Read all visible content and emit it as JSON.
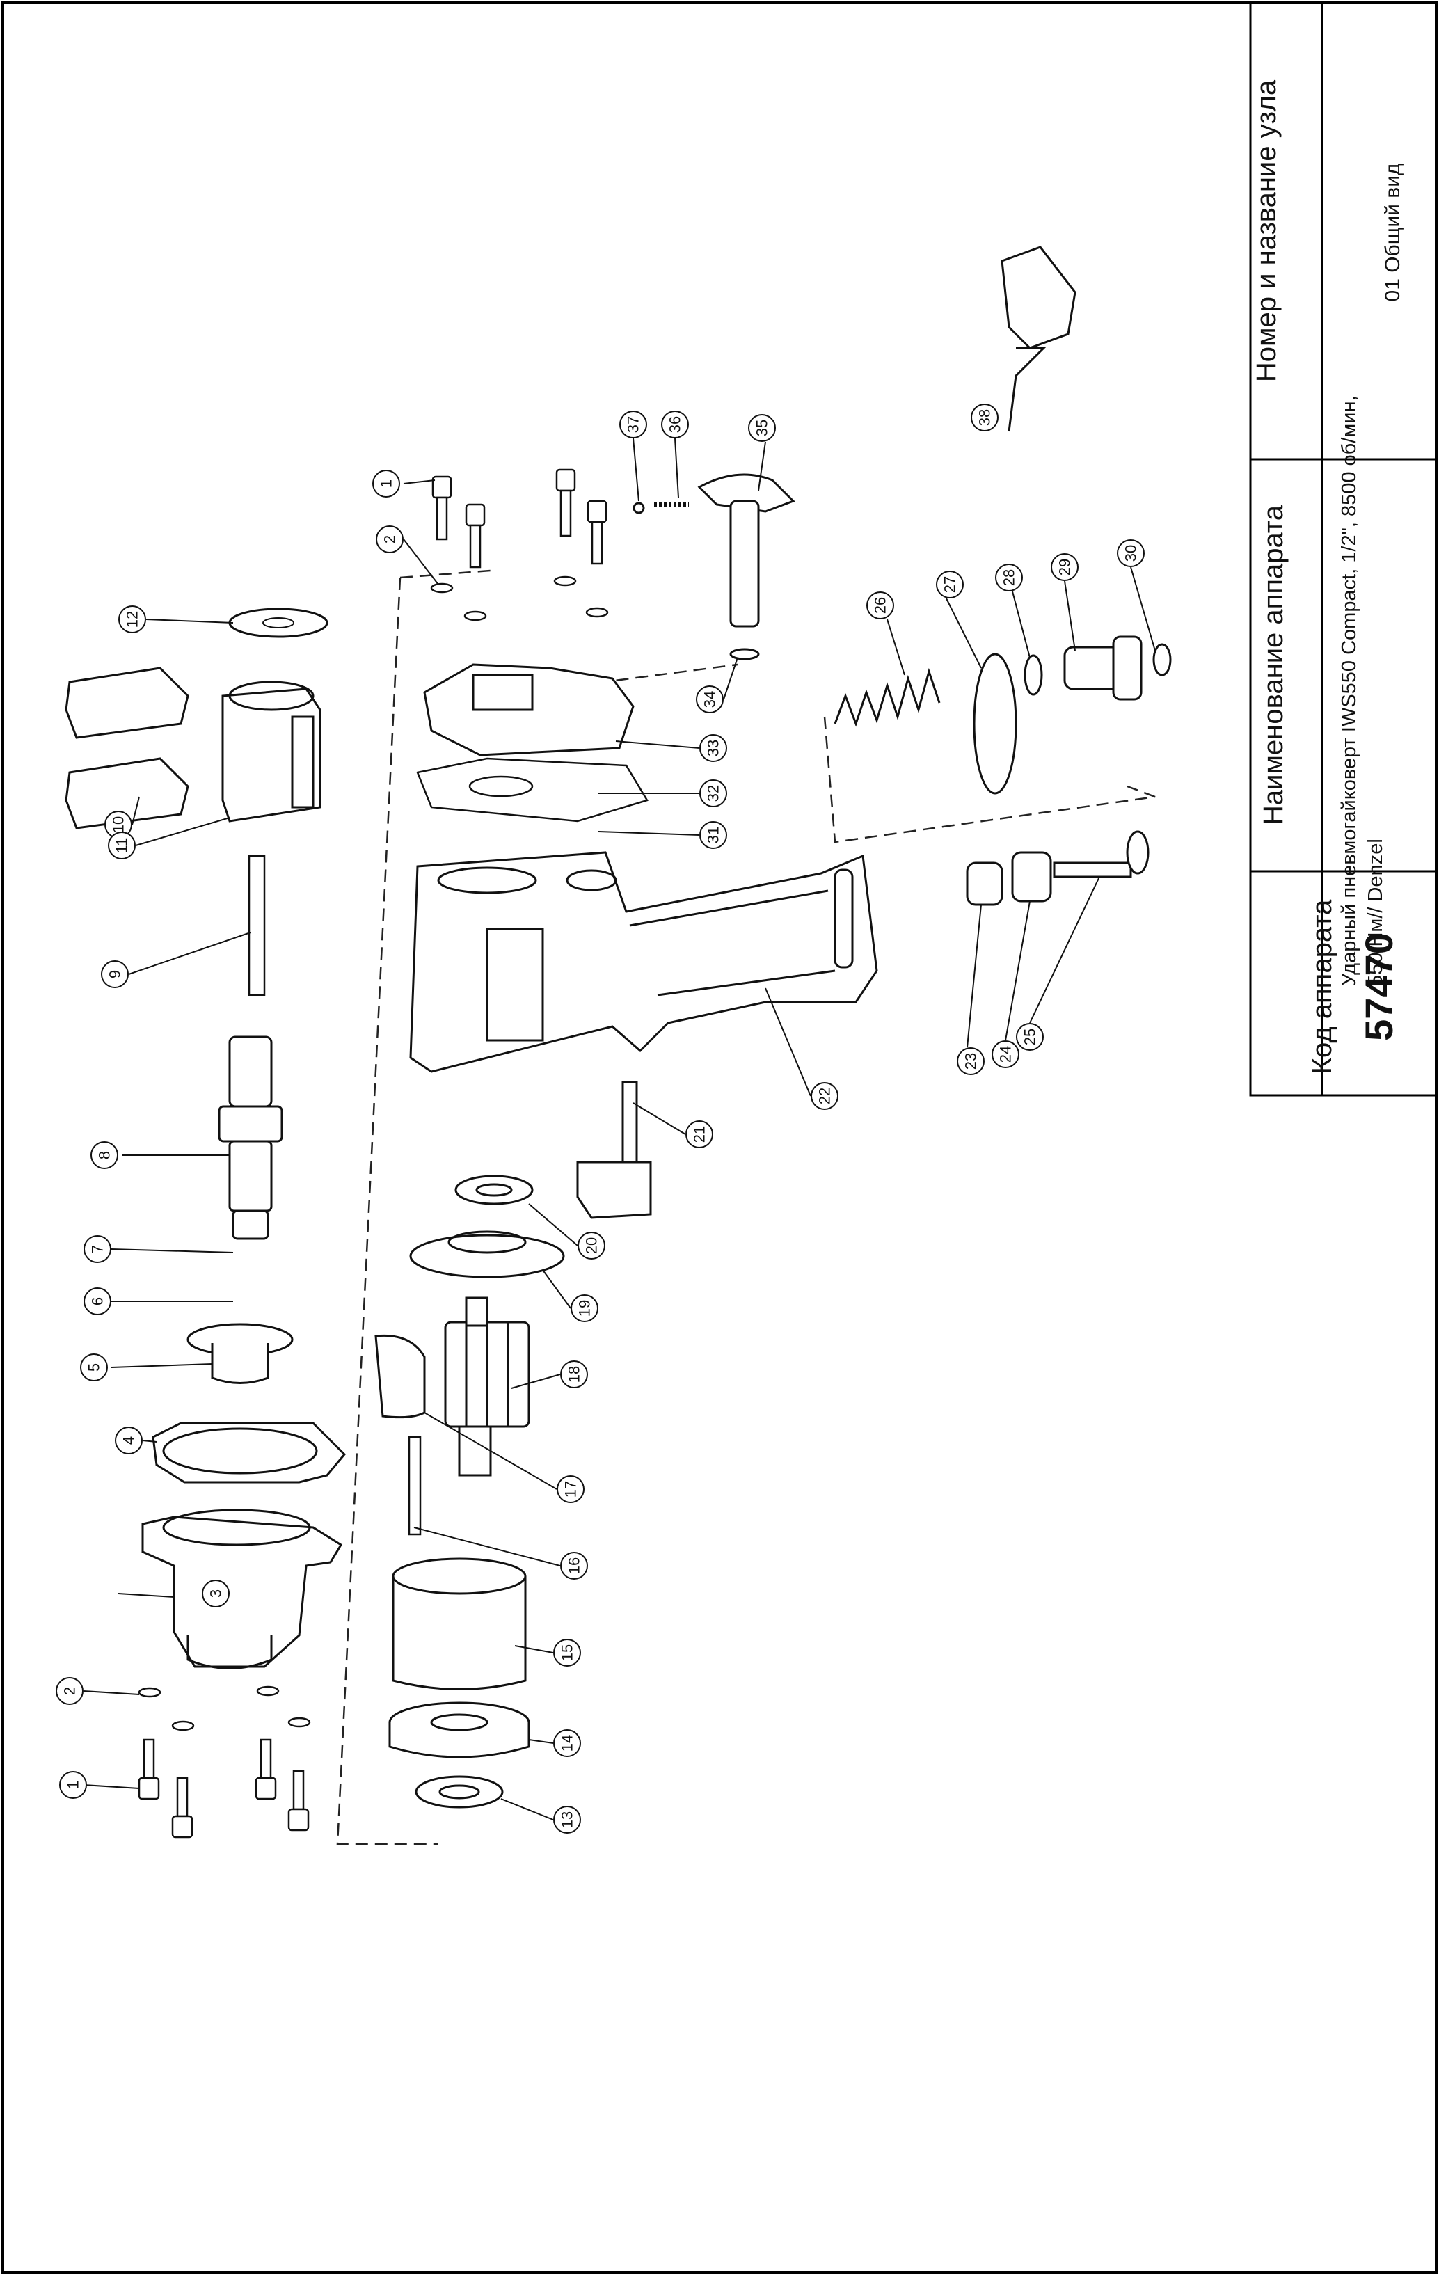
{
  "title_block": {
    "header_code": "Код аппарата",
    "header_name": "Наименование аппарата",
    "header_node": "Номер и название узла",
    "code_value": "57470",
    "name_value": "Ударный пневмогайковерт IWS550 Compact, 1/2\", 8500 об/мин, 550 Нм// Denzel",
    "node_value": "01 Общий вид"
  },
  "callouts": [
    "1",
    "2",
    "3",
    "4",
    "5",
    "6",
    "7",
    "8",
    "9",
    "10",
    "11",
    "12",
    "13",
    "14",
    "15",
    "16",
    "17",
    "18",
    "19",
    "20",
    "21",
    "22",
    "23",
    "24",
    "25",
    "26",
    "27",
    "28",
    "29",
    "30",
    "31",
    "32",
    "33",
    "34",
    "35",
    "36",
    "37",
    "38",
    "1",
    "2"
  ]
}
